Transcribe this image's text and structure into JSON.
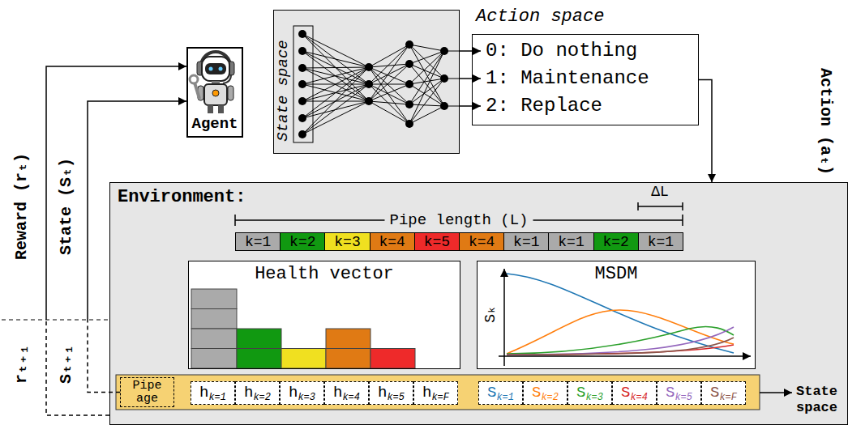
{
  "diagram": {
    "nodes": [
      {
        "text": [
          "Agent"
        ]
      },
      {
        "text": [
          "State space"
        ]
      },
      {
        "text": [
          "Action space"
        ]
      },
      {
        "text": [
          "0: Do nothing"
        ],
        "in": 2
      },
      {
        "text": [
          "1: Maintenance"
        ],
        "in": 2
      },
      {
        "text": [
          "2: Replace"
        ],
        "in": 2
      },
      {
        "text": [
          "Environment:"
        ]
      },
      {
        "text": [
          "k=1"
        ],
        "in": 6
      },
      {
        "text": [
          "k=2"
        ],
        "in": 6
      },
      {
        "text": [
          "k=3"
        ],
        "in": 6
      },
      {
        "text": [
          "k=4"
        ],
        "in": 6
      },
      {
        "text": [
          "k=5"
        ],
        "in": 6
      },
      {
        "text": [
          "k=4"
        ],
        "in": 6
      },
      {
        "text": [
          "k=1"
        ],
        "in": 6
      },
      {
        "text": [
          "k=1"
        ],
        "in": 6
      },
      {
        "text": [
          "k=2"
        ],
        "in": 6
      },
      {
        "text": [
          "k=1"
        ],
        "in": 6
      },
      {
        "text": [
          "Health vector"
        ],
        "in": 6
      },
      {
        "text": [
          "MSDM"
        ],
        "in": 6
      },
      {
        "text": [
          "Pipe age"
        ],
        "in": 6
      },
      {
        "text": [
          "h",
          "k=1"
        ],
        "in": 6
      },
      {
        "text": [
          "h",
          "k=2"
        ],
        "in": 6
      },
      {
        "text": [
          "h",
          "k=3"
        ],
        "in": 6
      },
      {
        "text": [
          "h",
          "k=4"
        ],
        "in": 6
      },
      {
        "text": [
          "h",
          "k=5"
        ],
        "in": 6
      },
      {
        "text": [
          "h",
          "k=F"
        ],
        "in": 6
      },
      {
        "text": [
          "S",
          "k=1"
        ],
        "in": 6
      },
      {
        "text": [
          "S",
          "k=2"
        ],
        "in": 6
      },
      {
        "text": [
          "S",
          "k=3"
        ],
        "in": 6
      },
      {
        "text": [
          "S",
          "k=4"
        ],
        "in": 6
      },
      {
        "text": [
          "S",
          "k=5"
        ],
        "in": 6
      },
      {
        "text": [
          "S",
          "k=F"
        ],
        "in": 6
      }
    ],
    "edges": [
      {
        "from": 1,
        "to": 3,
        "arrow": "to"
      },
      {
        "from": 1,
        "to": 4,
        "arrow": "to"
      },
      {
        "from": 1,
        "to": 5,
        "arrow": "to"
      },
      {
        "from": 2,
        "to": 6,
        "arrow": "to"
      },
      {
        "from": 6,
        "to": 0,
        "arrow": "to"
      },
      {
        "from": 19,
        "to": 0,
        "arrow": "to"
      }
    ],
    "labels": [
      "Pipe length (L)",
      "ΔL",
      "Sₖ",
      "Reward (rₜ)",
      "State (Sₜ)",
      "rₜ₊₁",
      "Sₜ₊₁",
      "Action (aₜ)",
      "State space"
    ]
  }
}
